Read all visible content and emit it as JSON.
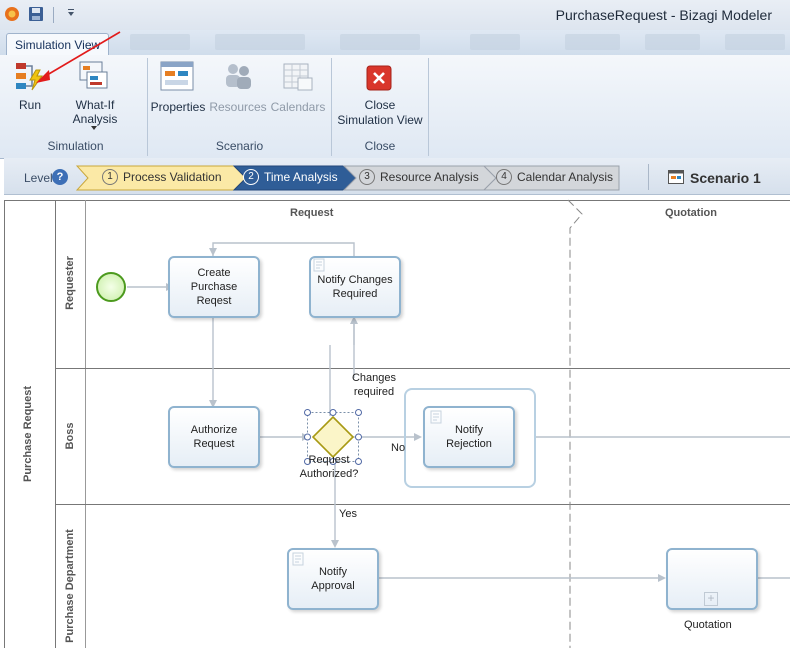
{
  "window": {
    "title": "PurchaseRequest - Bizagi Modeler"
  },
  "ribbon": {
    "active_tab": "Simulation View",
    "groups": {
      "simulation": {
        "label": "Simulation",
        "run": "Run",
        "whatif": "What-If Analysis"
      },
      "scenario": {
        "label": "Scenario",
        "properties": "Properties",
        "resources": "Resources",
        "calendars": "Calendars"
      },
      "close": {
        "label": "Close",
        "close_line1": "Close",
        "close_line2": "Simulation View"
      }
    }
  },
  "levelbar": {
    "level_label": "Level",
    "help": "?",
    "steps": [
      {
        "num": "1",
        "label": "Process Validation"
      },
      {
        "num": "2",
        "label": "Time Analysis"
      },
      {
        "num": "3",
        "label": "Resource Analysis"
      },
      {
        "num": "4",
        "label": "Calendar Analysis"
      }
    ],
    "scenario": "Scenario 1"
  },
  "diagram": {
    "pool": "Purchase Request",
    "phases": [
      "Request",
      "Quotation"
    ],
    "lanes": [
      "Requester",
      "Boss",
      "Purchase Department"
    ],
    "tasks": {
      "create": "Create Purchase Reqest",
      "notify_changes": "Notify Changes Required",
      "authorize": "Authorize Request",
      "notify_rejection": "Notify Rejection",
      "notify_approval": "Notify Approval",
      "quotation": "Quotation"
    },
    "gateway": "Request Authorized?",
    "flow_labels": {
      "changes": "Changes required",
      "no": "No",
      "yes": "Yes"
    }
  }
}
